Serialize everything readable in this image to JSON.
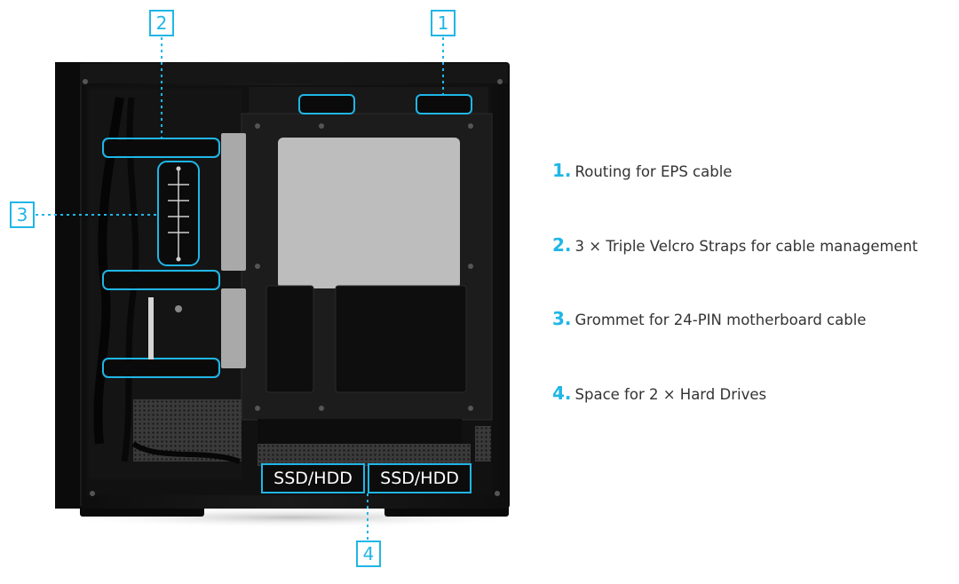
{
  "callouts": [
    "1",
    "2",
    "3",
    "4"
  ],
  "ssd_labels": [
    "SSD/HDD",
    "SSD/HDD"
  ],
  "legend": [
    {
      "num": "1.",
      "text": "Routing for EPS cable"
    },
    {
      "num": "2.",
      "text": "3 × Triple Velcro Straps for cable management"
    },
    {
      "num": "3.",
      "text": "Grommet for 24-PIN motherboard cable"
    },
    {
      "num": "4.",
      "text": "Space for 2 × Hard Drives"
    }
  ],
  "colors": {
    "accent": "#1fb6e6",
    "case": "#141414",
    "panel": "#b9b9b9"
  }
}
